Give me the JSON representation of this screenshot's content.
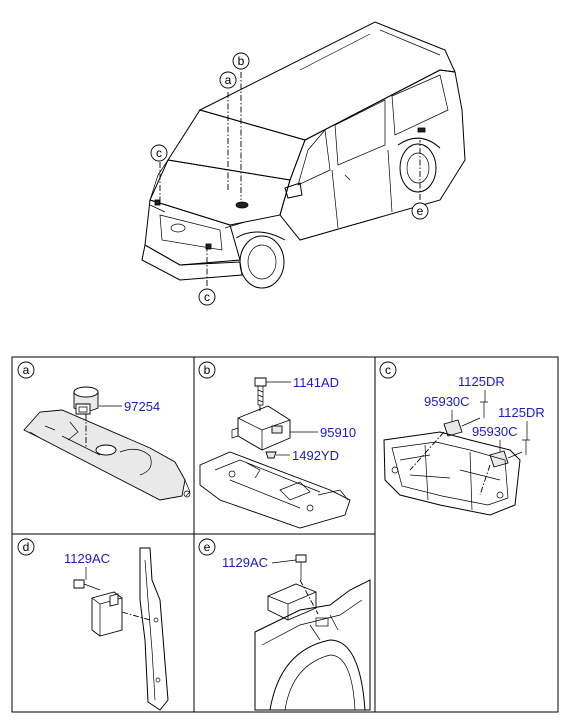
{
  "overview": {
    "callouts": [
      "a",
      "b",
      "c",
      "c",
      "e"
    ]
  },
  "panels": [
    {
      "key": "a",
      "label": "a",
      "parts": [
        "97254"
      ]
    },
    {
      "key": "b",
      "label": "b",
      "parts": [
        "1141AD",
        "95910",
        "1492YD"
      ]
    },
    {
      "key": "c",
      "label": "c",
      "parts": [
        "1125DR",
        "95930C",
        "1125DR",
        "95930C"
      ]
    },
    {
      "key": "d",
      "label": "d",
      "parts": [
        "1129AC"
      ]
    },
    {
      "key": "e",
      "label": "e",
      "parts": [
        "1129AC"
      ]
    }
  ],
  "colors": {
    "part_number": "#1a1acc",
    "line": "#000000"
  }
}
